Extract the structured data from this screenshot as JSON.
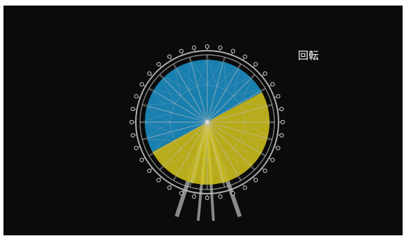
{
  "controls": {
    "rotate_label": "回転"
  },
  "wheel": {
    "gondola_count": 36,
    "spoke_count": 24,
    "rotation_degrees": 0
  },
  "colors": {
    "background": "#0b0b0b",
    "disc_blue": "#1a86b8",
    "disc_yellow": "#c2b41a",
    "structure": "#bdbdbd",
    "support_legs": "#8a8a8a",
    "label": "#ffffff"
  }
}
